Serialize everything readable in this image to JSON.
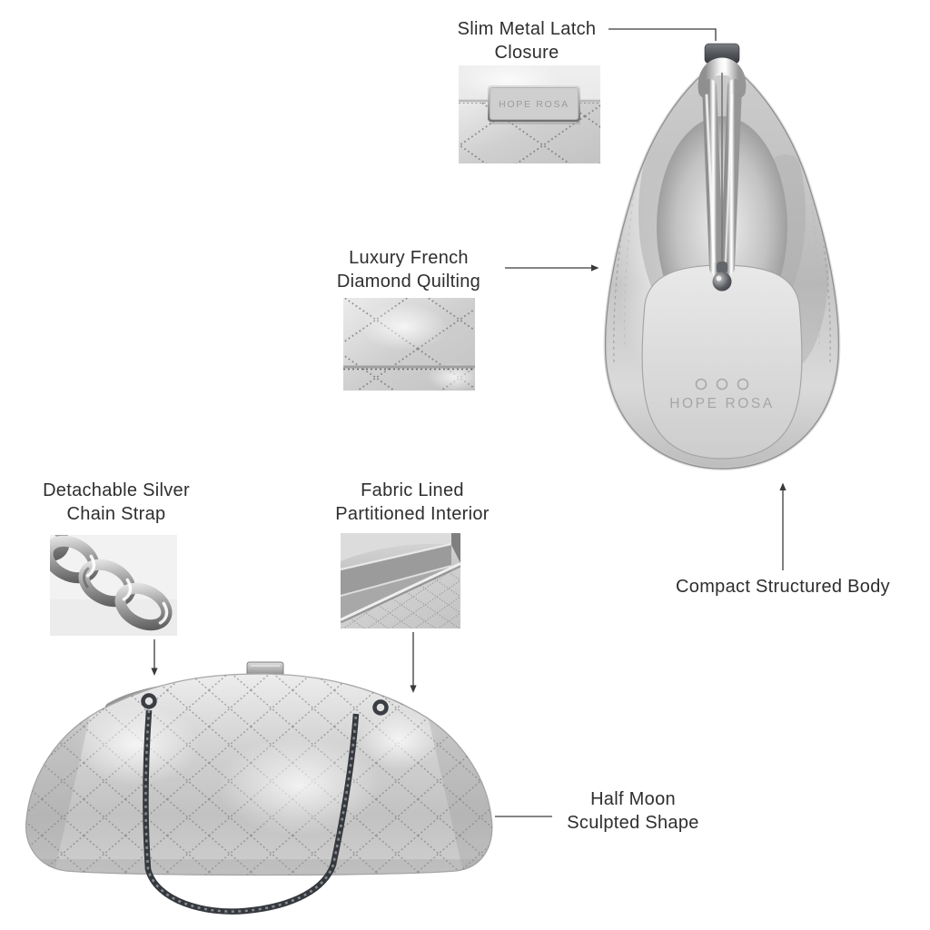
{
  "callouts": {
    "latch": {
      "line1": "Slim Metal Latch",
      "line2": "Closure"
    },
    "quilting": {
      "line1": "Luxury French",
      "line2": "Diamond Quilting"
    },
    "body": {
      "label": "Compact Structured Body"
    },
    "chain": {
      "line1": "Detachable Silver",
      "line2": "Chain Strap"
    },
    "interior": {
      "line1": "Fabric Lined",
      "line2": "Partitioned Interior"
    },
    "shape": {
      "line1": "Half Moon",
      "line2": "Sculpted Shape"
    }
  },
  "brand": {
    "plate_text": "HOPE ROSA",
    "embossed_text": "HOPE ROSA",
    "logo_mark": "three-rings"
  },
  "colors": {
    "background": "#ffffff",
    "text": "#2e2e2e",
    "annotation_line": "#3a3a3a",
    "silver_light": "#f2f2f2",
    "silver_mid": "#c9c9c9",
    "silver_deep": "#9a9a9a",
    "gunmetal": "#42454a",
    "chain_dark": "#35383d"
  }
}
